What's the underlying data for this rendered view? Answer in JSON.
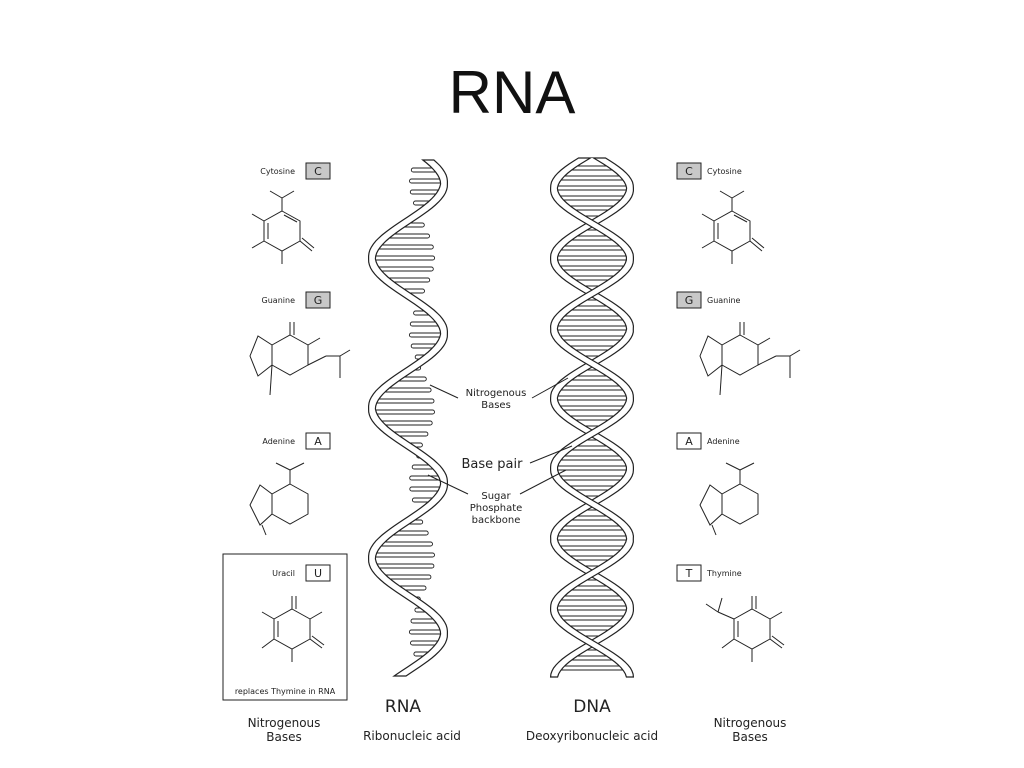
{
  "slide": {
    "title": "RNA"
  },
  "left_bases": {
    "cytosine": {
      "name": "Cytosine",
      "letter": "C"
    },
    "guanine": {
      "name": "Guanine",
      "letter": "G"
    },
    "adenine": {
      "name": "Adenine",
      "letter": "A"
    },
    "uracil": {
      "name": "Uracil",
      "letter": "U",
      "note": "replaces Thymine in RNA"
    },
    "caption_line1": "Nitrogenous",
    "caption_line2": "Bases"
  },
  "right_bases": {
    "cytosine": {
      "name": "Cytosine",
      "letter": "C"
    },
    "guanine": {
      "name": "Guanine",
      "letter": "G"
    },
    "adenine": {
      "name": "Adenine",
      "letter": "A"
    },
    "thymine": {
      "name": "Thymine",
      "letter": "T"
    },
    "caption_line1": "Nitrogenous",
    "caption_line2": "Bases"
  },
  "rna": {
    "label": "RNA",
    "sublabel": "Ribonucleic acid"
  },
  "dna": {
    "label": "DNA",
    "sublabel": "Deoxyribonucleic acid"
  },
  "annotations": {
    "nitrogenous_line1": "Nitrogenous",
    "nitrogenous_line2": "Bases",
    "base_pair": "Base pair",
    "backbone_line1": "Sugar",
    "backbone_line2": "Phosphate",
    "backbone_line3": "backbone"
  },
  "colors": {
    "ink": "#222222",
    "box_fill": "#c8c8c8",
    "strand_fill": "#ffffff"
  }
}
